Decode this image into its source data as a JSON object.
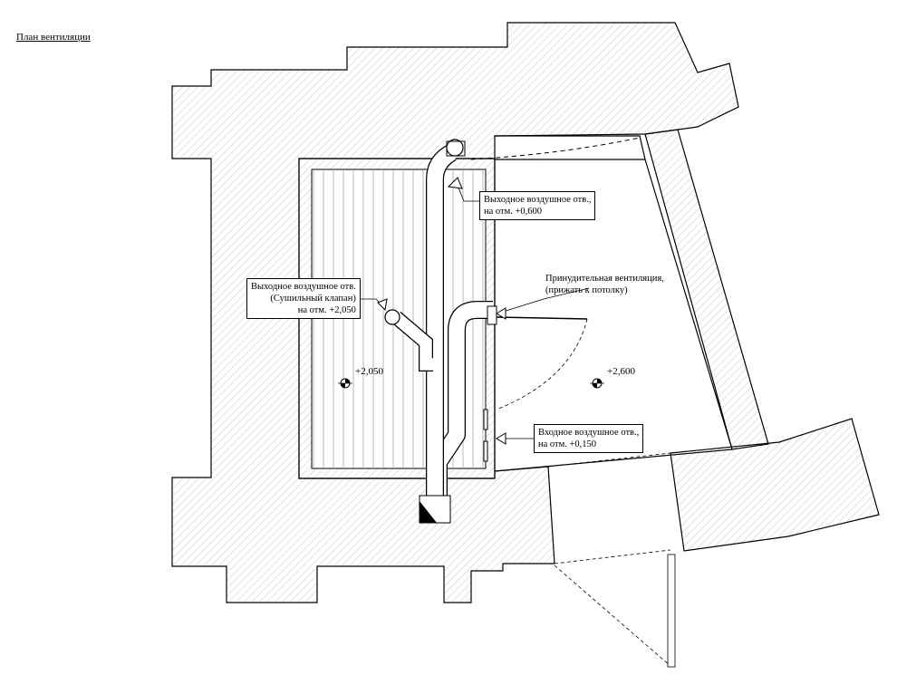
{
  "title": "План вентиляции",
  "callouts": {
    "outlet_upper": {
      "line1": "Выходное воздушное отв.,",
      "line2": "на отм. +0,600"
    },
    "outlet_dryer": {
      "line1": "Выходное воздушное отв.",
      "line2": "(Сушильный клапан)",
      "line3": "на отм. +2,050"
    },
    "forced_vent": {
      "line1": "Принудительная вентиляция,",
      "line2": "(прижать к потолку)"
    },
    "inlet": {
      "line1": "Входное воздушное отв.,",
      "line2": "на отм. +0,150"
    }
  },
  "elevations": {
    "sauna_room": "+2,050",
    "side_room": "+2,600"
  },
  "colors": {
    "line": "#000000",
    "hatch": "#9a9a9a",
    "background": "#ffffff"
  },
  "icons": [
    "elevation-marker-icon",
    "arrow-pointer-icon",
    "duct-end-circle-icon"
  ]
}
